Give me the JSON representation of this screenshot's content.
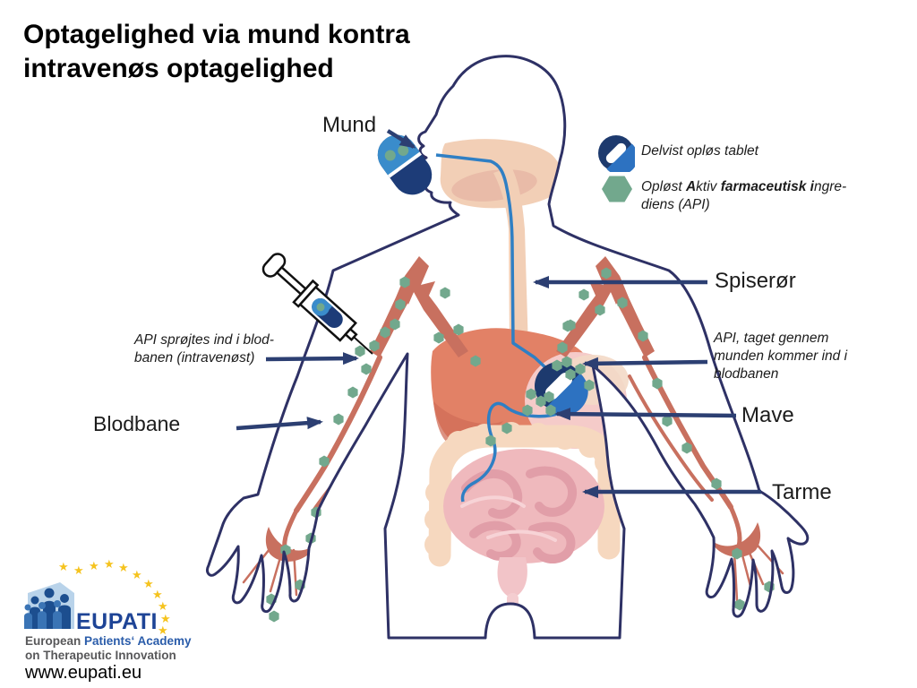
{
  "title": {
    "line1": "Optagelighed via mund kontra",
    "line2": "intravenøs optagelighed"
  },
  "labels": {
    "mund": "Mund",
    "spiseroer": "Spiserør",
    "mave": "Mave",
    "tarme": "Tarme",
    "blodbane": "Blodbane"
  },
  "annotations": {
    "iv_line1": "API sprøjtes ind i blod-",
    "iv_line2": "banen (intravenøst)",
    "oral_line1": "API, taget gennem",
    "oral_line2": "munden kommer ind i",
    "oral_line3": "blodbanen"
  },
  "legend": {
    "item1": "Delvist opløs tablet",
    "item2": {
      "p1": "Opløst ",
      "b1": "A",
      "p2": "ktiv ",
      "b2": "farmaceutisk i",
      "p3": "ngre-",
      "line2": "diens (API)"
    }
  },
  "logo": {
    "name": "EUPATI",
    "subtitle_gray": "European ",
    "subtitle_blue": "Patients‘ Academy",
    "subtitle_line2": "on Therapeutic Innovation",
    "url": "www.eupati.eu"
  },
  "colors": {
    "body_outline": "#2e3165",
    "arrow": "#2c3f72",
    "vessel": "#c8705f",
    "api_green": "#72a88d",
    "capsule_light_blue": "#3a8ccb",
    "capsule_dark_blue": "#1d3c78",
    "tablet_circle_dark": "#1d3a6e",
    "tablet_circle_light": "#2d72c1",
    "organ_liver": "#e28166",
    "organ_pink": "#efb9bd",
    "organ_peach": "#f6d8bf",
    "eupati_blue": "#1e4496",
    "star_gold": "#f5c31e"
  }
}
